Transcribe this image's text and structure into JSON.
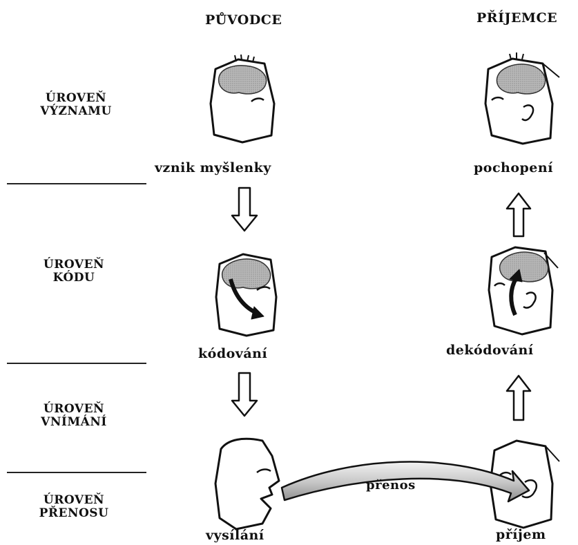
{
  "columns": {
    "sender": "PŮVODCE",
    "receiver": "PŘÍJEMCE"
  },
  "levels": [
    {
      "line1": "ÚROVEŇ",
      "line2": "VÝZNAMU"
    },
    {
      "line1": "ÚROVEŇ",
      "line2": "KÓDU"
    },
    {
      "line1": "ÚROVEŇ",
      "line2": "VNÍMÁNÍ"
    },
    {
      "line1": "ÚROVEŇ",
      "line2": "PŘENOSU"
    }
  ],
  "sender_steps": [
    "vznik myšlenky",
    "kódování",
    "vysílání"
  ],
  "receiver_steps": [
    "pochopení",
    "dekódování",
    "příjem"
  ],
  "transfer_label": "přenos"
}
